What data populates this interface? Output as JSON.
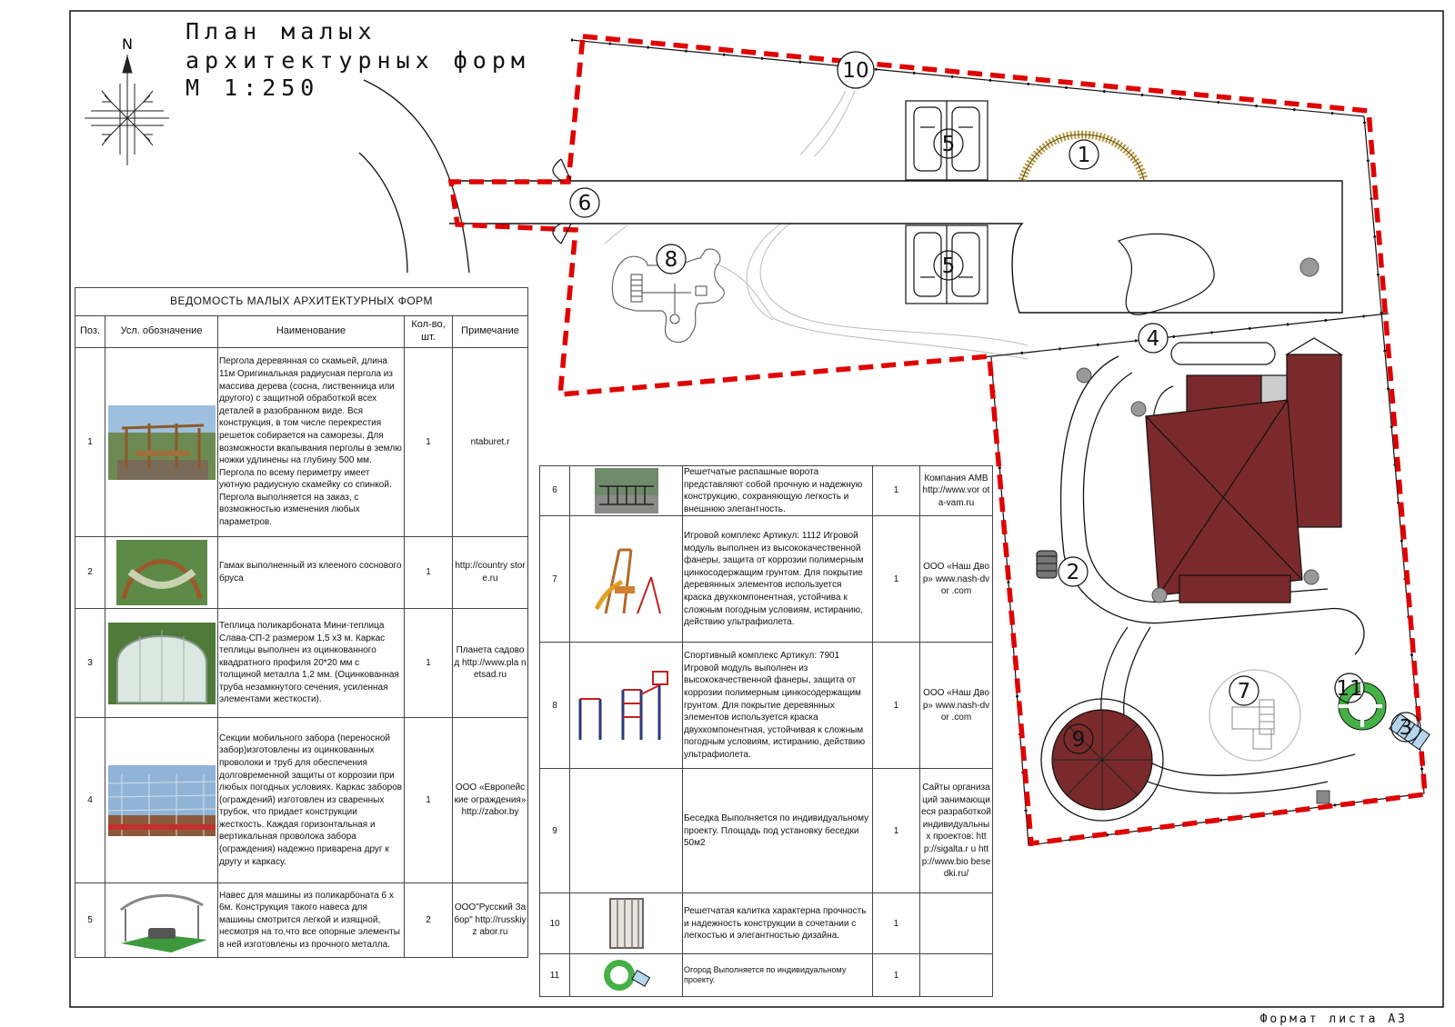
{
  "title": {
    "line1": "План малых",
    "line2": "архитектурных форм",
    "line3": "М 1:250"
  },
  "compass_label": "N",
  "sheet_format": "Формат листа А3",
  "colors": {
    "boundary": "#e00000",
    "roof": "#7a2a2a",
    "lawn": "#45b045",
    "line": "#111111"
  },
  "plan_labels": [
    "1",
    "2",
    "3",
    "4",
    "5",
    "5",
    "6",
    "7",
    "8",
    "9",
    "10",
    "11"
  ],
  "table": {
    "title": "ВЕДОМОСТЬ МАЛЫХ АРХИТЕКТУРНЫХ ФОРМ",
    "headers": [
      "Поз.",
      "Усл. обозначение",
      "Наименование",
      "Кол-во, шт.",
      "Примечание"
    ],
    "rows": [
      {
        "pos": "1",
        "image": "pergola-photo",
        "name": "Пергола деревянная со скамьей, длина 11м Оригинальная радиусная пергола из массива дерева (сосна, лиственница или другого) с защитной обработкой всех деталей в разобранном виде. Вся конструкция, в том числе перекрестия решеток собирается на саморезы. Для возможности вкапывания перголы в землю ножки удлинены на глубину 500 мм. Пергола по всему периметру имеет уютную радиусную скамейку со спинкой. Пергола выполняется на заказ, с возможностью изменения любых параметров.",
        "qty": "1",
        "note": "ntaburet.r"
      },
      {
        "pos": "2",
        "image": "hammock-photo",
        "name": "Гамак выполненный из клееного соснового бруса",
        "qty": "1",
        "note": "http://country store.ru"
      },
      {
        "pos": "3",
        "image": "greenhouse-photo",
        "name": "Теплица поликарбоната Мини-теплица Слава-СП-2 размером 1,5 х3 м. Каркас теплицы выполнен из оцинкованного квадратного профиля 20*20 мм с толщиной металла 1,2 мм. (Оцинкованная труба незамкнутого сечения, усиленная элементами жесткости).",
        "qty": "1",
        "note": "Планета садовод http://www.pla netsad.ru"
      },
      {
        "pos": "4",
        "image": "fence-photo",
        "name": "Секции мобильного забора (переносной забор)изготовлены из оцинкованных проволоки и труб для обеспечения долговременной защиты от коррозии при любых погодных условиях. Каркас заборов (ограждений) изготовлен из сваренных трубок, что придает конструкции жесткость. Каждая горизонтальная и вертикальная проволока забора (ограждения) надежно приварена друг к другу и каркасу.",
        "qty": "1",
        "note": "ООО «Европейские ограждения» http://zabor.by"
      },
      {
        "pos": "5",
        "image": "carport-photo",
        "name": "Навес для машины из поликарбоната 6 х 6м. Конструкция такого навеса для машины смотрится легкой и изящной, несмотря на то,что все опорные элементы в ней изготовлены из прочного металла.",
        "qty": "2",
        "note": "ООО\"Русский Забор\" http://russkiyz abor.ru"
      },
      {
        "pos": "6",
        "image": "gate-photo",
        "name": "Решетчатые распашные ворота представляют собой прочную и надежную конструкцию, сохраняющую легкость и внешнюю элегантность.",
        "qty": "1",
        "note": "Компания АМВ http://www.vor ota-vam.ru"
      },
      {
        "pos": "7",
        "image": "playground-photo",
        "name": "Игровой комплекс Артикул: 1112 Игровой модуль выполнен из высококачественной фанеры, защита от коррозии полимерным цинкосодержащим грунтом. Для покрытие деревянных элементов используется краска двухкомпонентная, устойчива к сложным погодным условиям, истиранию, действию ультрафиолета.",
        "qty": "1",
        "note": "ООО «Наш Двор» www.nash-dvor .com"
      },
      {
        "pos": "8",
        "image": "sports-complex-photo",
        "name": "Спортивный комплекс Артикул: 7901 Игровой модуль выполнен из высококачественной фанеры, защита от коррозии полимерным цинкосодержащим грунтом. Для покрытие деревянных элементов используется краска двухкомпонентная, устойчивая к сложным погодным условиям, истиранию, действию ультрафиолета.",
        "qty": "1",
        "note": "ООО «Наш Двор» www.nash-dvor .com"
      },
      {
        "pos": "9",
        "image": "",
        "name": "Беседка Выполняется по индивидуальному проекту. Площадь под установку беседки 50м2",
        "qty": "1",
        "note": "Сайты организаций занимающиеся разработкой индивидуальных проектов: http://sigalta.r u http://www.bio besedki.ru/"
      },
      {
        "pos": "10",
        "image": "wicket-gate-photo",
        "name": "Решетчатая калитка характерна прочность и надежность конструкции в сочетании с легкостью и элегантностью дизайна.",
        "qty": "1",
        "note": ""
      },
      {
        "pos": "11",
        "image": "garden-symbol",
        "name": "Огород Выполняется по индивидуальному проекту.",
        "qty": "1",
        "note": ""
      }
    ]
  }
}
